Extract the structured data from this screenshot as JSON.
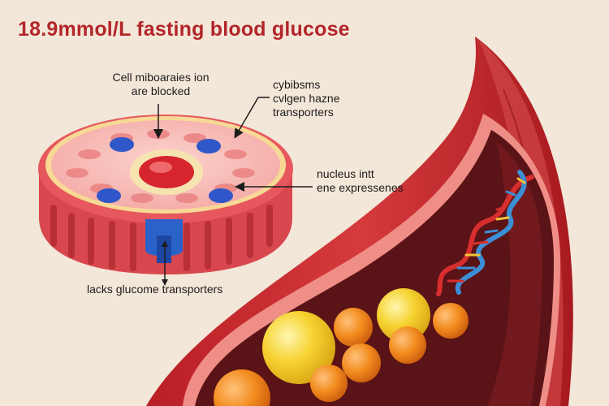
{
  "title": "18.9mmol/L fasting blood glucose",
  "labels": {
    "top_line1": "Cell miboaraies ion",
    "top_line2": "are blocked",
    "right1_line1": "cybibsms",
    "right1_line2": "cvlgen hazne",
    "right1_line3": "transporters",
    "right2_line1": "nucleus intt",
    "right2_line2": "ene expressenes",
    "bottom": "lacks glucome transporters"
  },
  "colors": {
    "title": "#b3262a",
    "vessel_outer": "#c9282c",
    "vessel_inner": "#5c1417",
    "cell_base": "#d9474e",
    "cell_top": "#f5b7b3",
    "receptor": "#2f57c9",
    "nucleus": "#cf2630",
    "glucose_yellow": "#f4cf2c",
    "glucose_orange": "#f08a1c",
    "dna_red": "#d92e2e",
    "dna_blue": "#3b8fd6"
  }
}
